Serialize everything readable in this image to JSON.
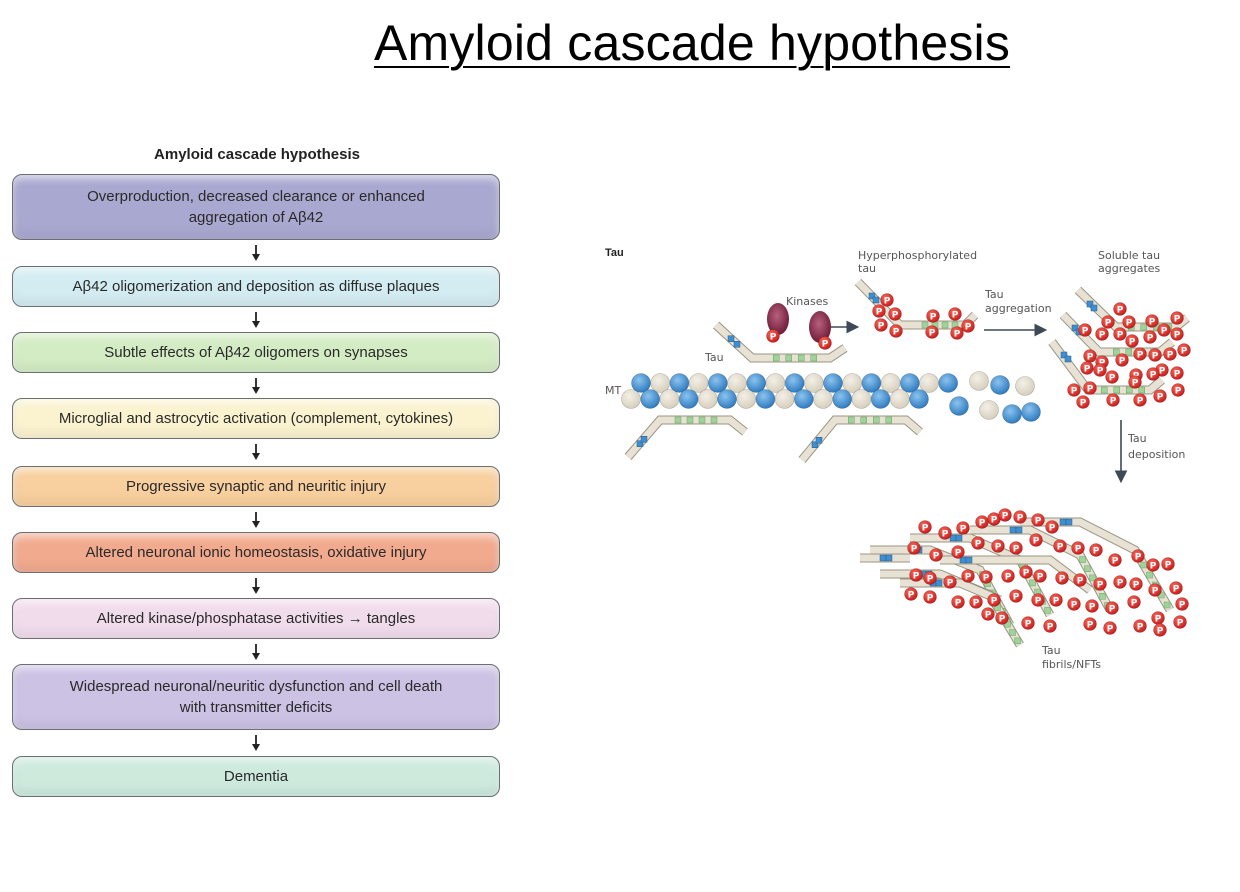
{
  "slide": {
    "title": "Amyloid cascade hypothesis"
  },
  "flowchart": {
    "title": "Amyloid cascade hypothesis",
    "steps": [
      {
        "label": "Overproduction, decreased clearance or enhanced\naggregation of Aβ42",
        "color": "#a9a8d0"
      },
      {
        "label": "Aβ42 oligomerization and deposition as diffuse plaques",
        "color": "#d3ecf2"
      },
      {
        "label": "Subtle effects of Aβ42 oligomers on synapses",
        "color": "#d4ecc4"
      },
      {
        "label": "Microglial and astrocytic activation (complement, cytokines)",
        "color": "#fbf3d0"
      },
      {
        "label": "Progressive synaptic and neuritic injury",
        "color": "#f8cf9e"
      },
      {
        "label": "Altered neuronal ionic homeostasis, oxidative injury",
        "color": "#f1aa8e"
      },
      {
        "label": "Altered kinase/phosphatase activities → tangles",
        "color": "#f1dcec"
      },
      {
        "label": "Widespread neuronal/neuritic dysfunction and cell death\nwith transmitter deficits",
        "color": "#cbc2e4"
      },
      {
        "label": "Dementia",
        "color": "#cdeadd"
      }
    ]
  },
  "tau_diagram": {
    "panel_label": "Tau",
    "labels": {
      "tau": "Tau",
      "kinases": "Kinases",
      "mt": "MT",
      "hyperphosphorylated_line1": "Hyperphosphorylated",
      "hyperphosphorylated_line2": "tau",
      "aggregation_line1": "Tau",
      "aggregation_line2": "aggregation",
      "soluble_line1": "Soluble tau",
      "soluble_line2": "aggregates",
      "deposition_line1": "Tau",
      "deposition_line2": "deposition",
      "fibrils_line1": "Tau",
      "fibrils_line2": "fibrils/NFTs"
    },
    "phospho_marker": "P",
    "colors": {
      "tubulin_blue": "#3f8fd0",
      "tubulin_beige": "#e3ddcf",
      "tau_strand": "#e8e2d4",
      "repeat_green": "#9fd39a",
      "proline_blue": "#3f8fd0",
      "kinase": "#8a2a4a",
      "phosphate": "#e02a2a",
      "arrow": "#3d4a55"
    }
  }
}
